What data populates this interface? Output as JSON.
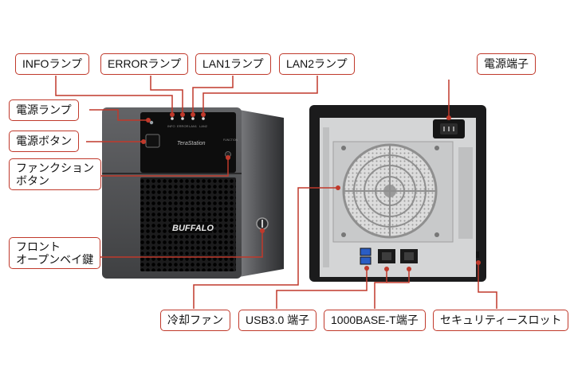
{
  "labels": {
    "info_lamp": "INFOランプ",
    "error_lamp": "ERRORランプ",
    "lan1_lamp": "LAN1ランプ",
    "lan2_lamp": "LAN2ランプ",
    "power_terminal": "電源端子",
    "power_lamp": "電源ランプ",
    "power_button": "電源ボタン",
    "function_button_line1": "ファンクション",
    "function_button_line2": "ボタン",
    "front_key_line1": "フロント",
    "front_key_line2": "オープンベイ鍵",
    "cooling_fan": "冷却ファン",
    "usb30_port": "USB3.0 端子",
    "ethernet_port": "1000BASE-T端子",
    "security_slot": "セキュリティースロット"
  },
  "device_text": {
    "model": "TeraStation",
    "brand": "BUFFALO",
    "function_small": "FUNCTION",
    "led_info": "INFO",
    "led_error": "ERROR",
    "led_lan1": "LAN1",
    "led_lan2": "LAN2"
  },
  "colors": {
    "accent": "#c0392b",
    "chassis": "#5b5c5f",
    "panel_black": "#0d0d0d",
    "back_metal": "#d8d9da"
  }
}
